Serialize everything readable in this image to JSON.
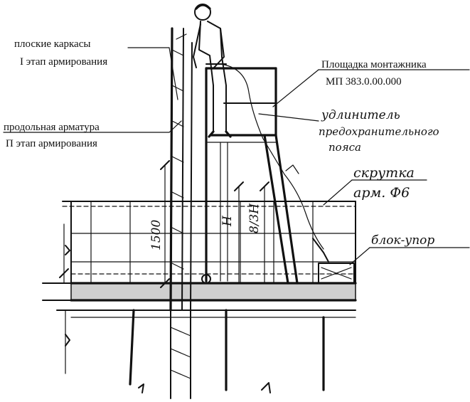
{
  "labels": {
    "flat_frames_line1": "плоские каркасы",
    "flat_frames_line2": "I этап армирования",
    "longitudinal_line1": "продольная арматура",
    "longitudinal_line2": "П этап армирования",
    "platform_line1": "Площадка монтажника",
    "platform_line2": "МП 383.0.00.000",
    "extender_line1": "удлинитель",
    "extender_line2": "предохранительного",
    "extender_line3": "пояса",
    "twist_line1": "скрутка",
    "twist_line2": "арм. Ф6",
    "block_stop": "блок-упор"
  },
  "dimensions": {
    "dim_1500": "1500",
    "dim_h": "H",
    "dim_8_3h": "8/3H"
  },
  "colors": {
    "ink": "#111111",
    "paper": "#ffffff"
  }
}
